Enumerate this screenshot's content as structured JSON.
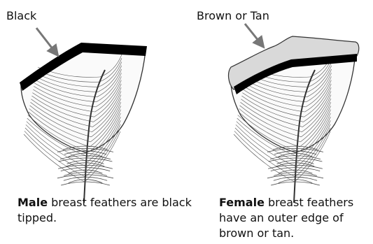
{
  "male": {
    "label": "Black",
    "caption_bold": "Male",
    "caption_text": " breast feathers are black tipped.",
    "tip_color": "#000000"
  },
  "female": {
    "label": "Brown or Tan",
    "caption_bold": "Female",
    "caption_text": " breast feathers have an outer edge of brown or tan.",
    "edge_color": "#d9d9d9",
    "band_color": "#000000"
  },
  "colors": {
    "line": "#4a4a4a",
    "arrow": "#777777"
  }
}
